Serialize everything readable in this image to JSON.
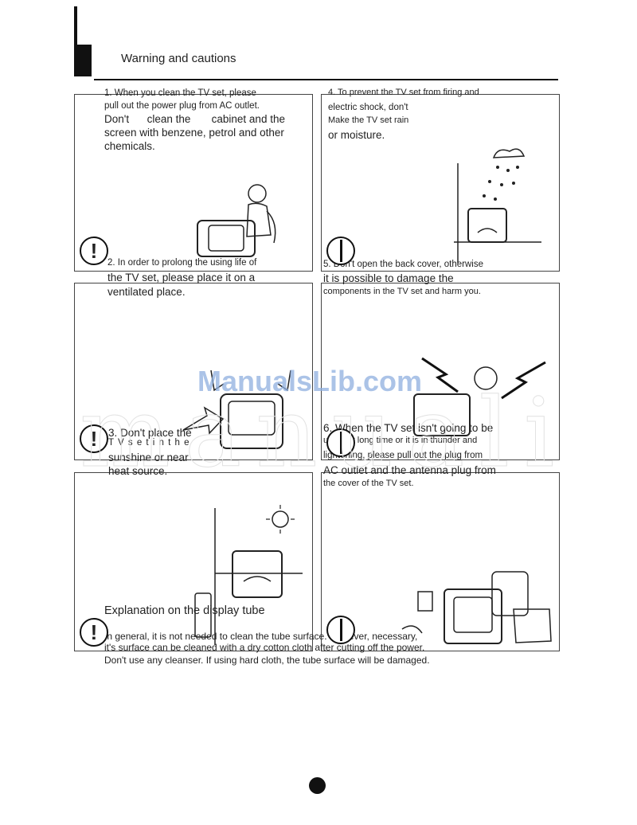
{
  "header": {
    "title": "Warning and cautions"
  },
  "sections": [
    {
      "lines": [
        "1. When you clean the TV set, please",
        "pull out the power plug from AC outlet."
      ],
      "body": [
        "Don't      clean the       cabinet and the",
        "screen with benzene, petrol and other",
        "chemicals."
      ]
    },
    {
      "lines": [
        "4. To prevent the TV set from firing and",
        "electric shock, don't",
        "Make the TV set rain"
      ],
      "body": [
        "or moisture."
      ]
    },
    {
      "lines": [
        "2. In order to prolong the using life of"
      ],
      "body": [
        "the TV set, please place it on a",
        "ventilated place."
      ]
    },
    {
      "lines": [
        "5. Don't open the back cover, otherwise"
      ],
      "body": [
        "it is possible to damage the"
      ],
      "extra": [
        "components in the TV set and harm you."
      ]
    },
    {
      "lines": [
        "3. Don't place the"
      ],
      "spaced": "T V s e t i n t h e",
      "body": [
        "sunshine or near",
        "heat source."
      ]
    },
    {
      "lines": [
        "6. When the TV set isn't going to be"
      ],
      "small": [
        "used for long time or it is in thunder and",
        "lightening, please pull out the plug from"
      ],
      "body": [
        "AC outlet and the antenna plug from"
      ],
      "extra": [
        "the cover of the TV set."
      ]
    }
  ],
  "explanation": {
    "heading": "Explanation on the display tube",
    "lines": [
      "In general, it is not needed to clean the tube surface. However, necessary,",
      "it's surface can be cleaned with a dry cotton cloth after cutting off the power.",
      "Don't use any cleanser. If using hard cloth, the tube surface will be damaged."
    ]
  },
  "watermark": {
    "text": "ManualsLib.com",
    "big_text": "manuali"
  },
  "icons": {
    "warning": "exclamation-warning-icon",
    "prohibited": "prohibition-icon"
  }
}
